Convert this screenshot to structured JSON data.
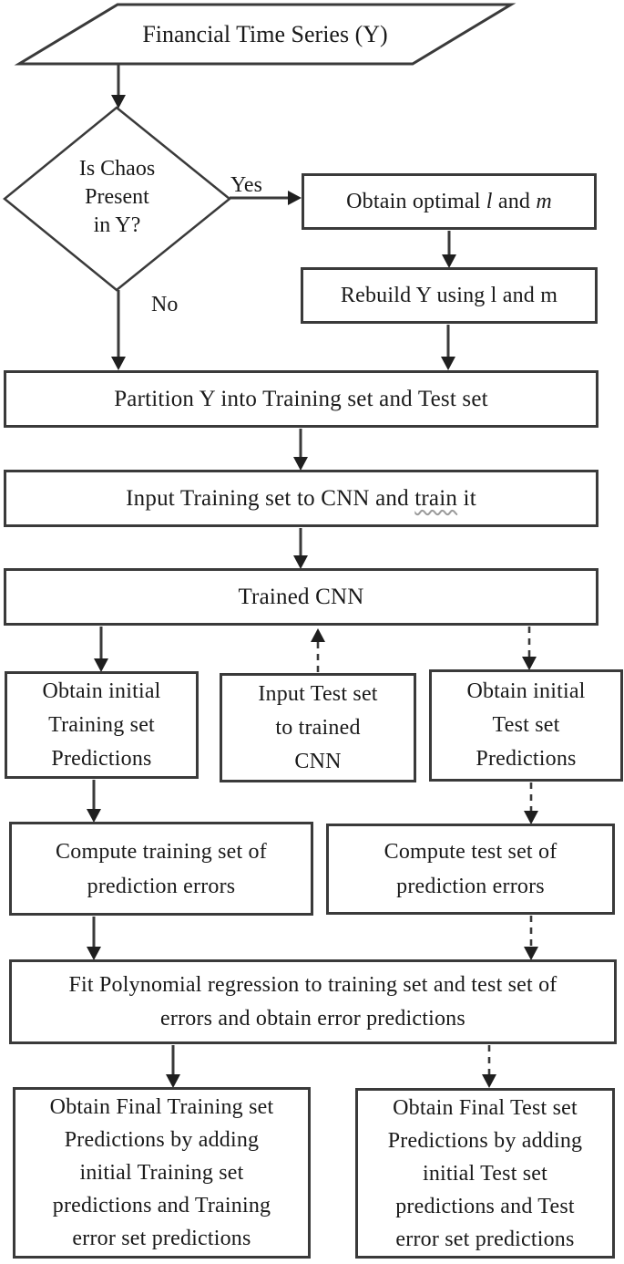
{
  "diagram": {
    "type": "flowchart",
    "description": "Flowchart of chaos-aware CNN financial time series forecasting with polynomial-regression error correction",
    "colors": {
      "line": "#3a3a3a",
      "text": "#1a1a1a",
      "background": "#ffffff",
      "squiggle": "#9b9b9b"
    }
  },
  "nodes": {
    "start": {
      "shape": "parallelogram",
      "label": "Financial Time Series (Y)"
    },
    "decision": {
      "shape": "diamond",
      "lines": [
        "Is Chaos",
        "Present",
        "in Y?"
      ]
    },
    "optimal": {
      "shape": "rect",
      "prefix": "Obtain optimal ",
      "var1": "l",
      "mid": " and ",
      "var2": "m"
    },
    "rebuild": {
      "shape": "rect",
      "label": "Rebuild Y using l and m"
    },
    "partition": {
      "shape": "rect",
      "label": "Partition Y into Training set and Test set"
    },
    "input_train": {
      "shape": "rect",
      "prefix": "Input Training set to CNN and ",
      "underlined_word": "train",
      "suffix": " it"
    },
    "trained": {
      "shape": "rect",
      "label": "Trained CNN"
    },
    "obtain_init_train": {
      "shape": "rect",
      "lines": [
        "Obtain initial",
        "Training set",
        "Predictions"
      ]
    },
    "input_test": {
      "shape": "rect",
      "lines": [
        "Input Test set",
        "to trained",
        "CNN"
      ]
    },
    "obtain_init_test": {
      "shape": "rect",
      "lines": [
        "Obtain initial",
        "Test set",
        "Predictions"
      ]
    },
    "compute_train": {
      "shape": "rect",
      "lines": [
        "Compute training set of",
        "prediction errors"
      ]
    },
    "compute_test": {
      "shape": "rect",
      "lines": [
        "Compute test set of",
        "prediction errors"
      ]
    },
    "fit": {
      "shape": "rect",
      "lines": [
        "Fit Polynomial regression to training set and test set of",
        "errors and obtain error predictions"
      ]
    },
    "final_train": {
      "shape": "rect",
      "lines": [
        "Obtain Final Training set",
        "Predictions by adding",
        "initial Training set",
        "predictions and Training",
        "error set predictions"
      ]
    },
    "final_test": {
      "shape": "rect",
      "lines": [
        "Obtain Final Test set",
        "Predictions by adding",
        "initial Test set",
        "predictions and Test",
        "error set predictions"
      ]
    }
  },
  "edge_labels": {
    "yes": "Yes",
    "no": "No"
  },
  "edges": [
    {
      "from": "start",
      "to": "decision",
      "style": "solid"
    },
    {
      "from": "decision",
      "to": "optimal",
      "style": "solid",
      "label": "Yes"
    },
    {
      "from": "decision",
      "to": "partition",
      "style": "solid",
      "label": "No"
    },
    {
      "from": "optimal",
      "to": "rebuild",
      "style": "solid"
    },
    {
      "from": "rebuild",
      "to": "partition",
      "style": "solid"
    },
    {
      "from": "partition",
      "to": "input_train",
      "style": "solid"
    },
    {
      "from": "input_train",
      "to": "trained",
      "style": "solid"
    },
    {
      "from": "trained",
      "to": "obtain_init_train",
      "style": "solid"
    },
    {
      "from": "input_test",
      "to": "trained",
      "style": "dashed"
    },
    {
      "from": "trained",
      "to": "obtain_init_test",
      "style": "dashed"
    },
    {
      "from": "obtain_init_train",
      "to": "compute_train",
      "style": "solid"
    },
    {
      "from": "obtain_init_test",
      "to": "compute_test",
      "style": "dashed"
    },
    {
      "from": "compute_train",
      "to": "fit",
      "style": "solid"
    },
    {
      "from": "compute_test",
      "to": "fit",
      "style": "dashed"
    },
    {
      "from": "fit",
      "to": "final_train",
      "style": "solid"
    },
    {
      "from": "fit",
      "to": "final_test",
      "style": "dashed"
    }
  ]
}
